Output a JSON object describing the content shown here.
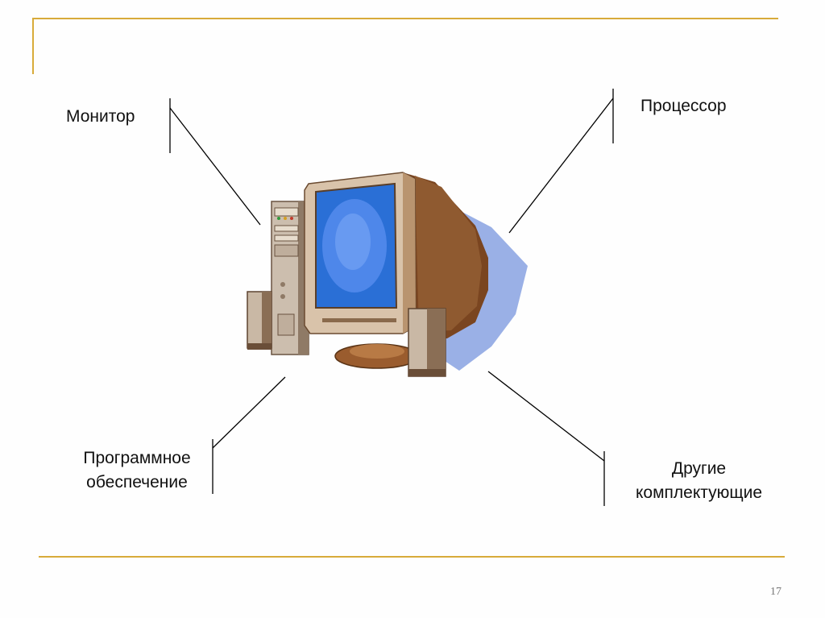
{
  "slide": {
    "accent_color": "#d8ab3a",
    "page_number": "17"
  },
  "diagram": {
    "center_image": "desktop-computer-clipart",
    "labels": {
      "monitor": "Монитор",
      "processor": "Процессор",
      "software_line1": "Программное",
      "software_line2": "обеспечение",
      "other_line1": "Другие",
      "other_line2": "комплектующие"
    }
  }
}
